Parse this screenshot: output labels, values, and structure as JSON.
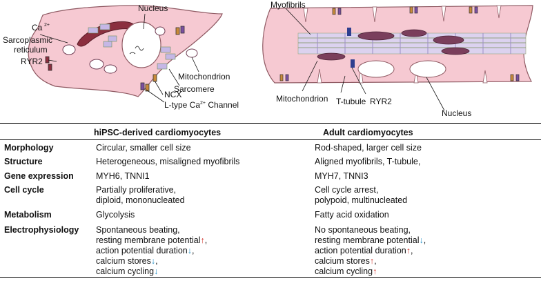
{
  "left_cell_labels": {
    "nucleus": "Nucleus",
    "ca": "Ca",
    "ca_sup": "2+",
    "sr_line1": "Sarcoplasmic",
    "sr_line2": "reticulum",
    "ryr2": "RYR2",
    "mitochondrion": "Mitochondrion",
    "sarcomere": "Sarcomere",
    "ncx": "NCX",
    "ltype_prefix": "L-type Ca",
    "ltype_sup": "2+",
    "ltype_suffix": " Channel"
  },
  "right_cell_labels": {
    "myofibrils": "Myofibrils",
    "mitochondrion": "Mitochondrion",
    "ttubule": "T-tubule",
    "ryr2": "RYR2",
    "nucleus": "Nucleus"
  },
  "colors": {
    "cell_fill": "#f6c9d2",
    "cell_stroke": "#8f5a63",
    "sr": "#8b2f3f",
    "mito": "#6e3b52",
    "ryr2": "#2f3f8f",
    "arrow_up": "#d0342c",
    "arrow_down": "#2a93c7"
  },
  "table": {
    "col_hipsc": "hiPSC-derived cardiomyocytes",
    "col_adult": "Adult cardiomyocytes",
    "rows": [
      {
        "label": "Morphology",
        "hipsc": [
          "Circular, smaller cell size"
        ],
        "adult": [
          "Rod-shaped, larger cell size"
        ]
      },
      {
        "label": "Structure",
        "hipsc": [
          "Heterogeneous, misaligned myofibrils"
        ],
        "adult": [
          "Aligned myofibrils, T-tubule,"
        ]
      },
      {
        "label": "Gene expression",
        "hipsc": [
          "MYH6, TNNI1"
        ],
        "adult": [
          "MYH7, TNNI3"
        ]
      },
      {
        "label": "Cell cycle",
        "hipsc": [
          "Partially proliferative,",
          "diploid, mononucleated"
        ],
        "adult": [
          "Cell cycle arrest,",
          "polypoid, multinucleated"
        ]
      },
      {
        "label": "Metabolism",
        "hipsc": [
          "Glycolysis"
        ],
        "adult": [
          "Fatty acid oxidation"
        ]
      },
      {
        "label": "Electrophysiology",
        "hipsc": [
          "Spontaneous beating,",
          "resting membrane potential",
          "action potential duration",
          "calcium stores",
          "calcium cycling"
        ],
        "adult": [
          "No spontaneous beating,",
          "resting membrane potential",
          "action potential duration",
          "calcium stores",
          "calcium cycling"
        ]
      }
    ],
    "electro_hipsc_suffix": [
      "",
      "",
      ",",
      ",",
      ""
    ],
    "electro_adult_suffix": [
      "",
      "",
      ",",
      ",",
      ""
    ],
    "arrows": {
      "up": "↑",
      "down": "↓"
    }
  }
}
